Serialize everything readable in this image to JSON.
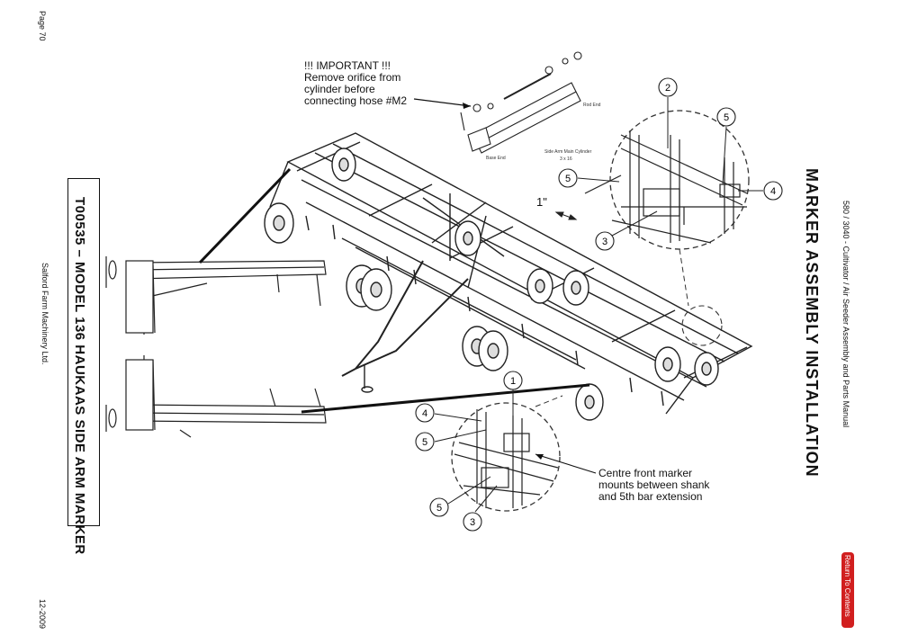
{
  "page": {
    "page_number": "Page 70",
    "date": "12-2009",
    "company": "Salford Farm Machinery Ltd.",
    "document_title": "T00535 – MODEL 136 HAUKAAS SIDE ARM MARKER",
    "manual_title": "580 / 3040 - Cultivator / Air Seeder Assembly and Parts Manual",
    "section_title": "MARKER ASSEMBLY INSTALLATION",
    "return_button": "Return To Contents"
  },
  "diagram": {
    "important_note": [
      "!!! IMPORTANT !!!",
      "Remove orifice from",
      "cylinder before",
      "connecting hose #M2"
    ],
    "centre_note": [
      "Centre front marker",
      "mounts between shank",
      "and 5th bar extension"
    ],
    "dimension_label": "1\"",
    "callouts_top": [
      "2",
      "5",
      "5",
      "4",
      "3"
    ],
    "callouts_bottom": [
      "1",
      "4",
      "5",
      "5",
      "3"
    ],
    "cylinder_labels": [
      "Side Arm Main Cylinder",
      "3 x 16",
      "Base End",
      "Rod End"
    ]
  }
}
